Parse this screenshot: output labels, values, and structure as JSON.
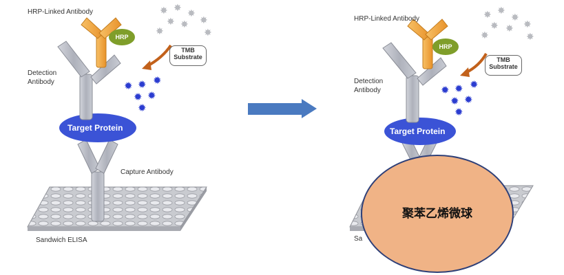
{
  "left": {
    "hrp_antibody_label": "HRP-Linked Antibody",
    "hrp_label": "HRP",
    "tmb_label": "TMB Substrate",
    "detection_label": "Detection Antibody",
    "target_label": "Target Protein",
    "capture_label": "Capture Antibody",
    "plate_label": "Sandwich ELISA"
  },
  "right": {
    "hrp_antibody_label": "HRP-Linked Antibody",
    "hrp_label": "HRP",
    "tmb_label": "TMB Substrate",
    "detection_label": "Detection Antibody",
    "target_label": "Target Protein",
    "plate_label_partial": "Sa",
    "bead_label": "聚苯乙烯微球"
  },
  "colors": {
    "arrow": "#4a7ac0",
    "antibody": "#b9bcc6",
    "hrp_antibody": "#f0a640",
    "hrp": "#7f9e2a",
    "target": "#3b53d6",
    "bead": "#f0b386",
    "bead_border": "#2f4078"
  }
}
